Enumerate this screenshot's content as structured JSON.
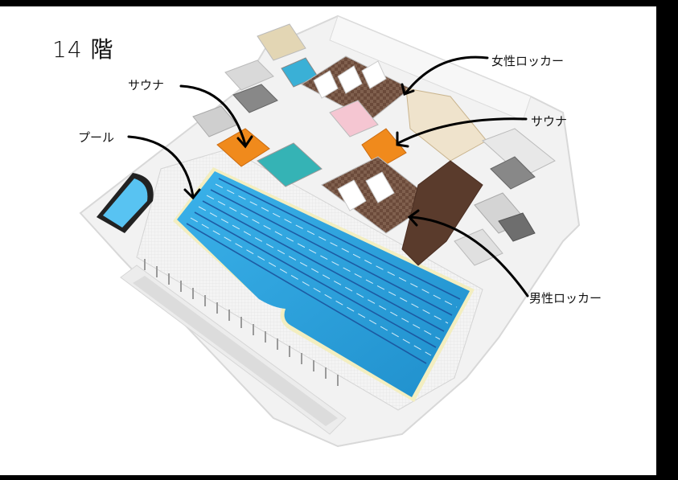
{
  "floor": {
    "title": "14 階"
  },
  "labels": {
    "sauna_left": "サウナ",
    "pool": "プール",
    "womens_locker": "女性ロッカー",
    "sauna_right": "サウナ",
    "mens_locker": "男性ロッカー"
  },
  "areas": [
    {
      "id": "pool",
      "name": "プール",
      "color": "#2ea3dc"
    },
    {
      "id": "sauna_left",
      "name": "サウナ",
      "color": "#f08a1c"
    },
    {
      "id": "sauna_right",
      "name": "サウナ",
      "color": "#f08a1c"
    },
    {
      "id": "womens_locker",
      "name": "女性ロッカー",
      "color": "#6b4a3a"
    },
    {
      "id": "mens_locker",
      "name": "男性ロッカー",
      "color": "#6b4a3a"
    },
    {
      "id": "jacuzzi",
      "name": "",
      "color": "#3bb0e8"
    }
  ],
  "colors": {
    "background": "#ffffff",
    "frame": "#000000",
    "wall": "#e6e6e6",
    "pool_water": "#2ea3dc",
    "pool_edge": "#f3eec0",
    "sauna": "#f08a1c",
    "locker_floor": "#6b4a3a",
    "lounge_floor": "#efe3cc"
  }
}
